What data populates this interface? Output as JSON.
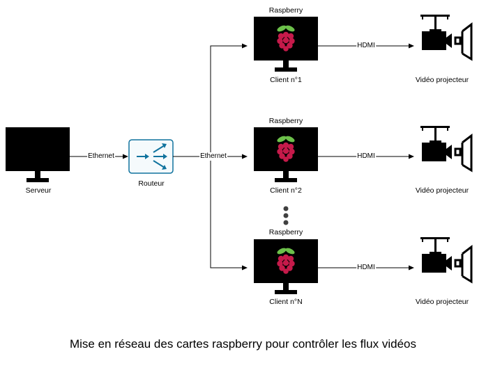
{
  "nodes": {
    "server": "Serveur",
    "router": "Routeur",
    "clients": [
      {
        "top": "Raspberry",
        "bottom": "Client n°1"
      },
      {
        "top": "Raspberry",
        "bottom": "Client n°2"
      },
      {
        "top": "Raspberry",
        "bottom": "Client n°N"
      }
    ],
    "projectors": [
      "Vidéo projecteur",
      "Vidéo projecteur",
      "Vidéo projecteur"
    ]
  },
  "edges": {
    "server_router": "Ethernet",
    "router_clients": "Ethernet",
    "client_projector": "HDMI"
  },
  "caption": "Mise en réseau des cartes raspberry pour contrôler les flux vidéos",
  "colors": {
    "router_border": "#10739E",
    "router_fill": "#F5FAFC",
    "raspberry_red": "#C51A4A",
    "raspberry_leaf": "#6CC04A"
  }
}
